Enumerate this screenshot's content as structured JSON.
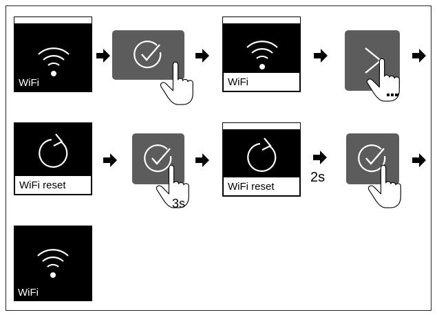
{
  "row1": {
    "screen1": {
      "label": "WiFi",
      "icon": "wifi-icon"
    },
    "button1": {
      "icon": "check-circle-icon",
      "gesture": "tap"
    },
    "screen2": {
      "label": "WiFi",
      "icon": "wifi-icon"
    },
    "button2": {
      "icon": "chevron-right-icon",
      "gesture": "repeated-tap"
    }
  },
  "row2": {
    "screen1": {
      "label": "WiFi reset",
      "icon": "reset-icon"
    },
    "button1": {
      "icon": "check-circle-icon",
      "gesture": "hold",
      "hold_text": "3s"
    },
    "screen2": {
      "label": "WiFi reset",
      "icon": "reset-icon"
    },
    "wait_text": "2s",
    "button2": {
      "icon": "check-circle-icon",
      "gesture": "tap"
    }
  },
  "row3": {
    "screen1": {
      "label": "WiFi",
      "icon": "wifi-icon"
    }
  },
  "colors": {
    "button": "#5c5c5c",
    "screen": "#000000",
    "arrow": "#000000"
  }
}
